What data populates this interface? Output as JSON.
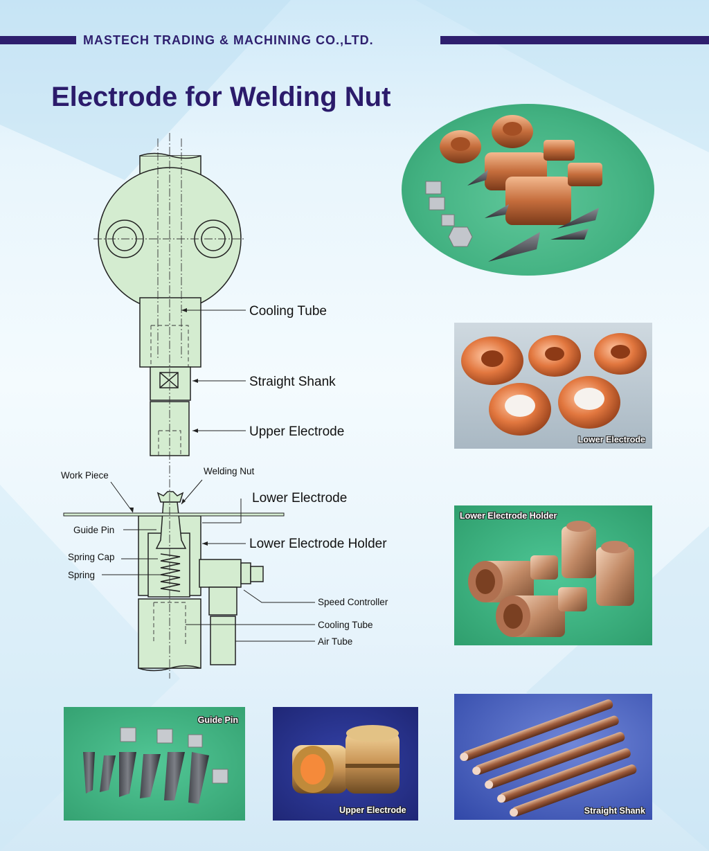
{
  "header": {
    "company": "MASTECH TRADING & MACHINING CO.,LTD.",
    "title": "Electrode for Welding Nut"
  },
  "diagram": {
    "labels": {
      "cooling_tube_upper": "Cooling Tube",
      "straight_shank": "Straight Shank",
      "upper_electrode": "Upper Electrode",
      "work_piece": "Work Piece",
      "welding_nut": "Welding Nut",
      "lower_electrode": "Lower Electrode",
      "guide_pin": "Guide Pin",
      "lower_electrode_holder": "Lower Electrode Holder",
      "spring_cap": "Spring Cap",
      "spring": "Spring",
      "speed_controller": "Speed Controller",
      "cooling_tube_lower": "Cooling Tube",
      "air_tube": "Air Tube"
    }
  },
  "photos": {
    "lower_electrode": "Lower Electrode",
    "lower_electrode_holder": "Lower Electrode Holder",
    "guide_pin": "Guide Pin",
    "upper_electrode": "Upper Electrode",
    "straight_shank": "Straight Shank"
  },
  "colors": {
    "brand": "#2e1f6e",
    "diagram_fill": "#d4ecd0",
    "photo_green": "#3fae80",
    "photo_blue": "#2a3490"
  }
}
